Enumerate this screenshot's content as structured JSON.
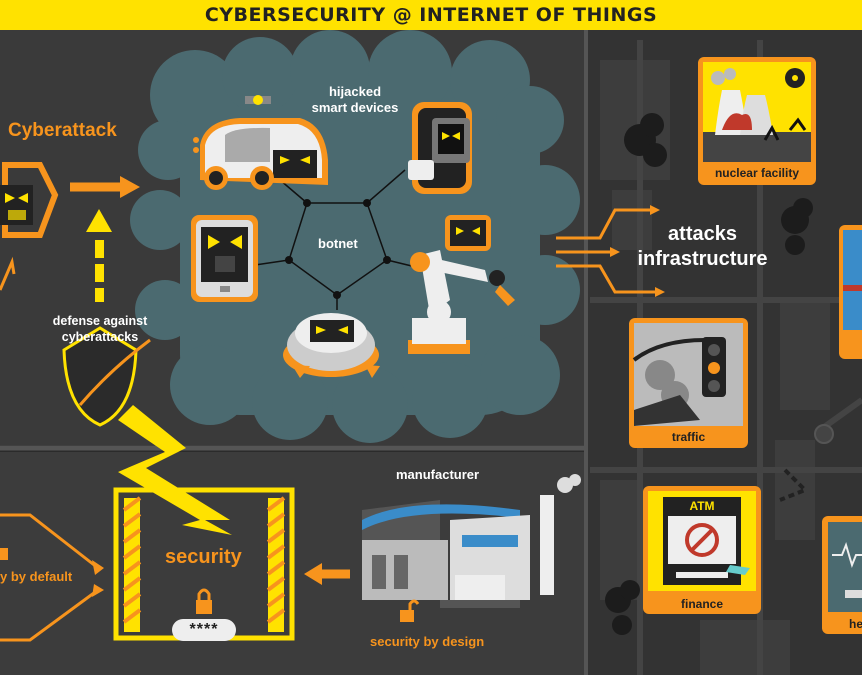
{
  "title": "CYBERSECURITY @ INTERNET OF THINGS",
  "left_panel": {
    "cyberattack": "Cyberattack",
    "cloud_label_line1": "hijacked",
    "cloud_label_line2": "smart devices",
    "botnet": "botnet",
    "defense_line1": "defense against",
    "defense_line2": "cyberattacks"
  },
  "bottom_panel": {
    "security": "security",
    "password": "****",
    "security_by_default": "y by default",
    "manufacturer": "manufacturer",
    "security_by_design": "security by design"
  },
  "right_panel": {
    "attacks_line1": "attacks",
    "attacks_line2": "infrastructure",
    "nuclear": "nuclear facility",
    "traffic": "traffic",
    "atm": "ATM",
    "finance": "finance",
    "health_partial": "he"
  },
  "colors": {
    "accent_yellow": "#ffe200",
    "accent_orange": "#f7941d",
    "cloud": "#4b6a70",
    "panel_dark": "#3a3a3a",
    "map_dark": "#333333"
  }
}
